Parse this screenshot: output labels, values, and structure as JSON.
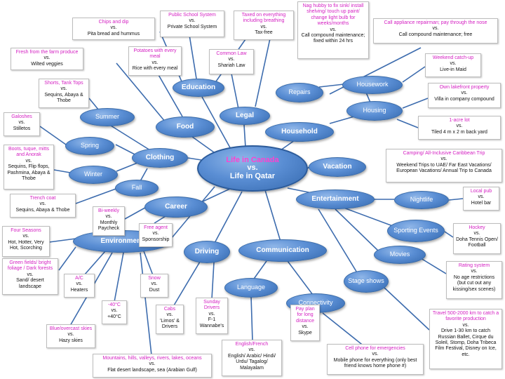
{
  "colors": {
    "node_fill": "#5a8ed4",
    "node_border": "#3a6ba8",
    "line": "#3d6cae",
    "canada_text": "#d41fc2",
    "center_title": "#ff3fd0"
  },
  "center": {
    "title": "Life in Canada",
    "vs": "vs.",
    "subtitle": "Life in Qatar"
  },
  "nodes": {
    "education": "Education",
    "legal": "Legal",
    "food": "Food",
    "clothing": "Clothing",
    "household": "Household",
    "repairs": "Repairs",
    "housework": "Housework",
    "housing": "Housing",
    "vacation": "Vacation",
    "entertainment": "Entertainment",
    "nightlife": "Nightlife",
    "sporting_events": "Sporting Events",
    "movies": "Movies",
    "stage_shows": "Stage shows",
    "summer": "Summer",
    "spring": "Spring",
    "winter": "Winter",
    "fall": "Fall",
    "career": "Career",
    "environment": "Environment",
    "driving": "Driving",
    "communication": "Communication",
    "language": "Language",
    "connectivity": "Connectivity"
  },
  "boxes": {
    "chips": {
      "canada": "Chips and dip",
      "vs": "vs.",
      "qatar": "Pita bread and hummus"
    },
    "public_school": {
      "canada": "Public School System",
      "vs": "vs.",
      "qatar": "Private School System"
    },
    "taxed": {
      "canada": "Taxed on everything including breathing",
      "vs": "vs.",
      "qatar": "Tax-free"
    },
    "nag_hubby": {
      "canada": "Nag hubby to fix sink/ install shelving/ touch up paint/ change light bulb for weeks/months",
      "vs": "vs.",
      "qatar": "Call compound maintenance; fixed within 24 hrs"
    },
    "appliance": {
      "canada": "Call appliance repairman; pay through the nose",
      "vs": "vs.",
      "qatar": "Call compound maintenance; free"
    },
    "farm": {
      "canada": "Fresh from the farm produce",
      "vs": "vs.",
      "qatar": "Wilted veggies"
    },
    "potatoes": {
      "canada": "Potatoes with every meal",
      "vs": "vs.",
      "qatar": "Rice with every meal"
    },
    "common_law": {
      "canada": "Common Law",
      "vs": "vs.",
      "qatar": "Shariah Law"
    },
    "weekend": {
      "canada": "Weekend catch-up",
      "vs": "vs.",
      "qatar": "Live-in Maid"
    },
    "shorts": {
      "canada": "Shorts, Tank Tops",
      "vs": "vs.",
      "qatar": "Sequins, Abaya & Thobe"
    },
    "lakefront": {
      "canada": "Own lakefront property",
      "vs": "vs.",
      "qatar": "Villa in company compound"
    },
    "galoshes": {
      "canada": "Galoshes",
      "vs": "vs.",
      "qatar": "Stilletos"
    },
    "acre": {
      "canada": "1-acre lot",
      "vs": "vs.",
      "qatar": "Tiled 4 m x 2 m back yard"
    },
    "boots": {
      "canada": "Boots, tuque, mitts and Anorak",
      "vs": "vs.",
      "qatar": "Sequins, Flip flops, Pashmina, Abaya & Thobe"
    },
    "camping": {
      "canada": "Camping/ All-Inclusive Caribbean Trip",
      "vs": "vs.",
      "qatar": "Weekend Trips to UAE/ Far East Vacations/ European Vacations/ Annual Trip to Canada"
    },
    "trench": {
      "canada": "Trench coat",
      "vs": "vs.",
      "qatar": "Sequins, Abaya & Thobe"
    },
    "local_pub": {
      "canada": "Local pub",
      "vs": "vs.",
      "qatar": "Hotel bar"
    },
    "biweekly": {
      "canada": "Bi-weekly",
      "vs": "vs.",
      "qatar": "Monthly Paycheck"
    },
    "free_agent": {
      "canada": "Free agent",
      "vs": "vs.",
      "qatar": "Sponsorship"
    },
    "four_seasons": {
      "canada": "Four Seasons",
      "vs": "vs.",
      "qatar": "Hot, Hotter, Very Hot, Scorching"
    },
    "hockey": {
      "canada": "Hockey",
      "vs": "vs.",
      "qatar": "Doha Tennis Open/ Football"
    },
    "rating": {
      "canada": "Rating system",
      "vs": "vs.",
      "qatar": "No age restrictions (but cut out any kissing/sex scenes)"
    },
    "green_fields": {
      "canada": "Green fields/ bright foliage / Dark forests",
      "vs": "vs.",
      "qatar": "Sand/ desert landscape"
    },
    "ac": {
      "canada": "A/C",
      "vs": "vs.",
      "qatar": "Heaters"
    },
    "snow": {
      "canada": "Snow",
      "vs": "vs.",
      "qatar": "Dust"
    },
    "minus40": {
      "canada": "-40°C",
      "vs": "vs.",
      "qatar": "+40°C"
    },
    "cabs": {
      "canada": "Cabs",
      "vs": "vs.",
      "qatar": "'Limos' & Drivers"
    },
    "sunday_drivers": {
      "canada": "Sunday Drivers",
      "vs": "vs.",
      "qatar": "F-1 Wannabe's"
    },
    "pay_plan": {
      "canada": "Pay plan for long distance",
      "vs": "vs.",
      "qatar": "Skype"
    },
    "travel": {
      "canada": "Travel 500-2000 km to catch a favorite production",
      "vs": "vs.",
      "qatar": "Drive 1-30 km to catch Russian Ballet, Cirque du Soleil, Stomp, Doha Tribeca Film Festival, Disney on Ice, etc."
    },
    "blue_skies": {
      "canada": "Blue/overcast skies",
      "vs": "vs.",
      "qatar": "Hazy skies"
    },
    "english_french": {
      "canada": "English/French",
      "vs": "vs.",
      "qatar": "English/ Arabic/ Hindi/ Urdu/ Tagalog/ Malayalam"
    },
    "cell_phone": {
      "canada": "Cell phone for emergencies",
      "vs": "vs.",
      "qatar": "Mobile phone for everything (only best friend knows home phone #)"
    },
    "mountains": {
      "canada": "Mountains, hills, valleys, rivers, lakes, oceans",
      "vs": "vs.",
      "qatar": "Flat desert landscape, sea (Arabian Gulf)"
    }
  }
}
